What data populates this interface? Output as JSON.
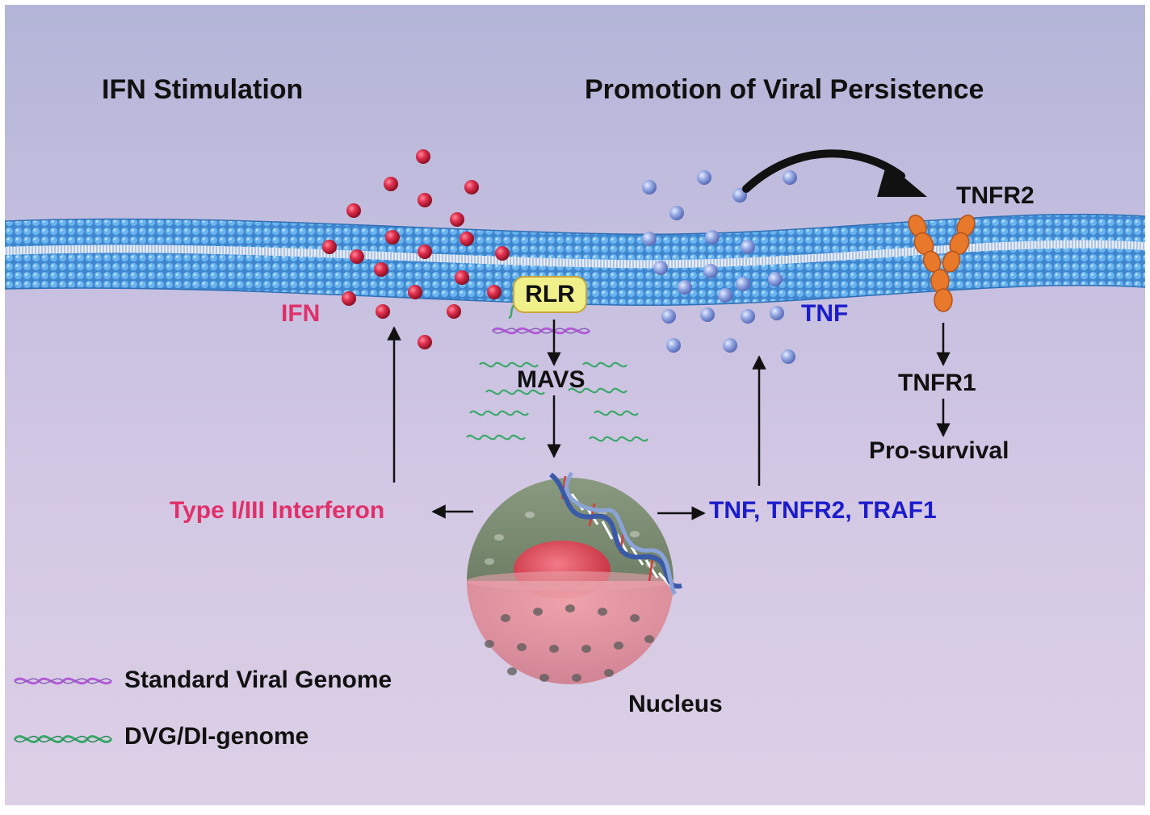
{
  "headings": {
    "left": "IFN Stimulation",
    "right": "Promotion of Viral Persistence"
  },
  "labels": {
    "ifn": "IFN",
    "rlr": "RLR",
    "mavs": "MAVS",
    "tnf": "TNF",
    "tnfr2": "TNFR2",
    "tnfr1": "TNFR1",
    "pro_survival": "Pro-survival",
    "type_interferon": "Type I/III Interferon",
    "tnf_genes": "TNF, TNFR2, TRAF1",
    "nucleus": "Nucleus"
  },
  "legend": {
    "standard": "Standard Viral Genome",
    "dvg": "DVG/DI-genome"
  },
  "colors": {
    "ifn_text": "#e0306a",
    "tnf_text": "#1c1ccc",
    "ifn_particle": "#d8284a",
    "tnf_particle": "#8fa4e0",
    "membrane": "#4f98dc",
    "receptor": "#e8782a",
    "standard_genome": "#b35ad6",
    "dvg_genome": "#3aa86a"
  }
}
